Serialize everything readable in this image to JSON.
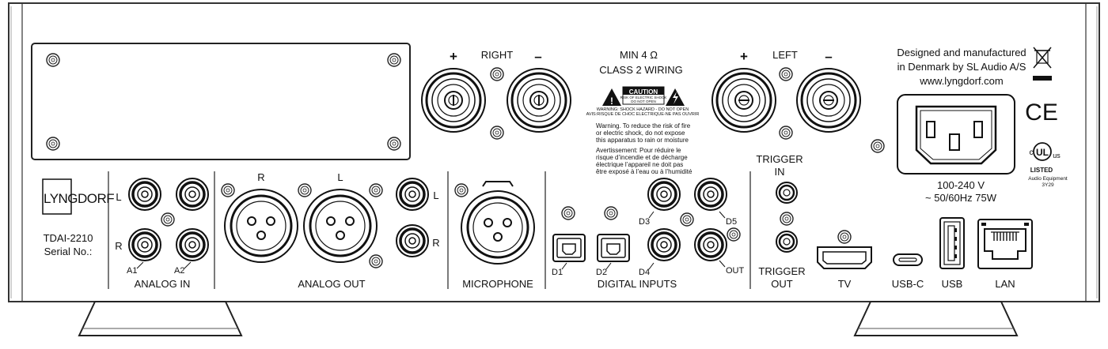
{
  "brand": {
    "logo": "LYNGDORF",
    "model": "TDAI-2210",
    "serial_label": "Serial No.:"
  },
  "speakers": {
    "right_label": "RIGHT",
    "left_label": "LEFT",
    "plus": "+",
    "minus": "–",
    "min_ohm": "MIN 4  Ω",
    "class2": "CLASS 2 WIRING"
  },
  "caution": {
    "title": "CAUTION",
    "sub1": "RISK OF ELECTRIC SHOCK",
    "sub2": "DO NOT OPEN",
    "line1": "WARNING: SHOCK HAZARD - DO NOT OPEN",
    "line2": "AVIS:RISQUE DE CHOC ELECTRIQUE-NE PAS OUVRIR",
    "en": [
      "Warning. To reduce the risk of fire",
      "or electric shock, do not expose",
      "this apparatus to rain or moisture"
    ],
    "fr": [
      "Avertissement: Pour réduire le",
      "risque d’incendie et de décharge",
      "électrique l’appareil ne doit pas",
      "être exposé à l’eau ou à l’humidité"
    ]
  },
  "maker": {
    "line1": "Designed and manufactured",
    "line2": "in Denmark by SL Audio A/S",
    "url": "www.lyngdorf.com"
  },
  "power": {
    "line1": "100-240 V",
    "line2": "~ 50/60Hz 75W"
  },
  "marks": {
    "ce": "CE",
    "ul_c": "c",
    "ul": "UL",
    "ul_us": "us",
    "listed": "LISTED",
    "audio_eq": "Audio Equipment",
    "code": "3Y29"
  },
  "analog_in": {
    "section": "ANALOG IN",
    "l": "L",
    "r": "R",
    "a1": "A1",
    "a2": "A2"
  },
  "analog_out": {
    "section": "ANALOG OUT",
    "r": "R",
    "l": "L",
    "rca_l": "L",
    "rca_r": "R"
  },
  "microphone": {
    "section": "MICROPHONE"
  },
  "digital": {
    "section": "DIGITAL INPUTS",
    "d1": "D1",
    "d2": "D2",
    "d3": "D3",
    "d4": "D4",
    "d5": "D5",
    "out": "OUT"
  },
  "trigger": {
    "in_1": "TRIGGER",
    "in_2": "IN",
    "out_1": "TRIGGER",
    "out_2": "OUT"
  },
  "ports": {
    "tv": "TV",
    "usbc": "USB-C",
    "usb": "USB",
    "lan": "LAN"
  }
}
